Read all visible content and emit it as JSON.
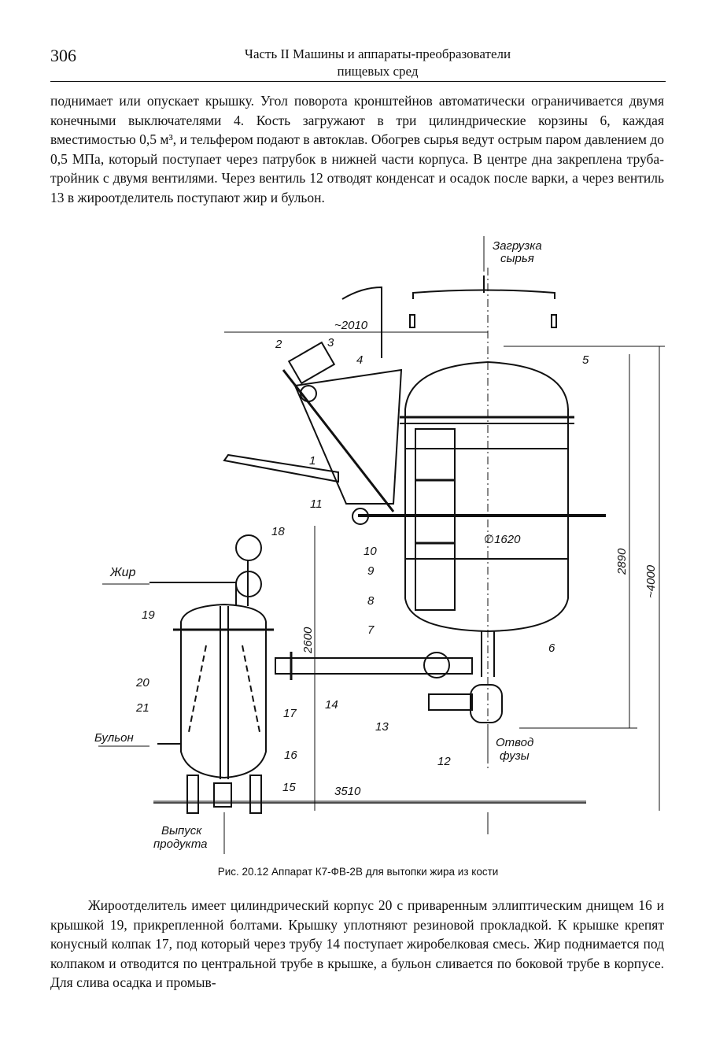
{
  "header": {
    "page_number": "306",
    "title_line1": "Часть II  Машины и аппараты-преобразователи",
    "title_line2": "пищевых сред"
  },
  "paragraph1": "поднимает или опускает крышку. Угол поворота кронштейнов автоматически ограничивается двумя конечными выключателями 4. Кость загружают в три цилиндрические корзины 6, каждая вместимостью 0,5 м³, и тельфером подают в автоклав. Обогрев сырья ведут острым паром давлением до 0,5 МПа, который поступает через патрубок в нижней части корпуса. В центре дна закреплена труба-тройник с двумя вентилями. Через вентиль 12 отводят конденсат и осадок после варки, а через вентиль 13 в жироотделитель поступают жир и бульон.",
  "figure": {
    "labels": {
      "load_line1": "Загрузка",
      "load_line2": "сырья",
      "fat": "Жир",
      "broth": "Бульон",
      "outlet_line1": "Выпуск",
      "outlet_line2": "продукта",
      "drain_line1": "Отвод",
      "drain_line2": "фузы"
    },
    "dimensions": {
      "width_top": "~2010",
      "diameter": "∅1620",
      "height_vessel": "2890",
      "height_total": "~4000",
      "height_support": "2600",
      "width_base": "3510"
    },
    "numbers": [
      "1",
      "2",
      "3",
      "4",
      "5",
      "6",
      "7",
      "8",
      "9",
      "10",
      "11",
      "12",
      "13",
      "14",
      "15",
      "16",
      "17",
      "18",
      "19",
      "20",
      "21"
    ]
  },
  "caption": "Рис. 20.12  Аппарат К7-ФВ-2В для вытопки жира из кости",
  "paragraph2": "Жироотделитель имеет цилиндрический корпус 20 с приваренным эллиптическим днищем 16 и крышкой 19, прикрепленной болтами. Крышку уплотняют резиновой прокладкой. К крышке крепят конусный колпак 17, под который через трубу 14 поступает жиробелковая смесь. Жир поднимается под колпаком и отводится по центральной трубе в крышке, а бульон сливается по боковой трубе в корпусе. Для слива осадка и промыв-"
}
